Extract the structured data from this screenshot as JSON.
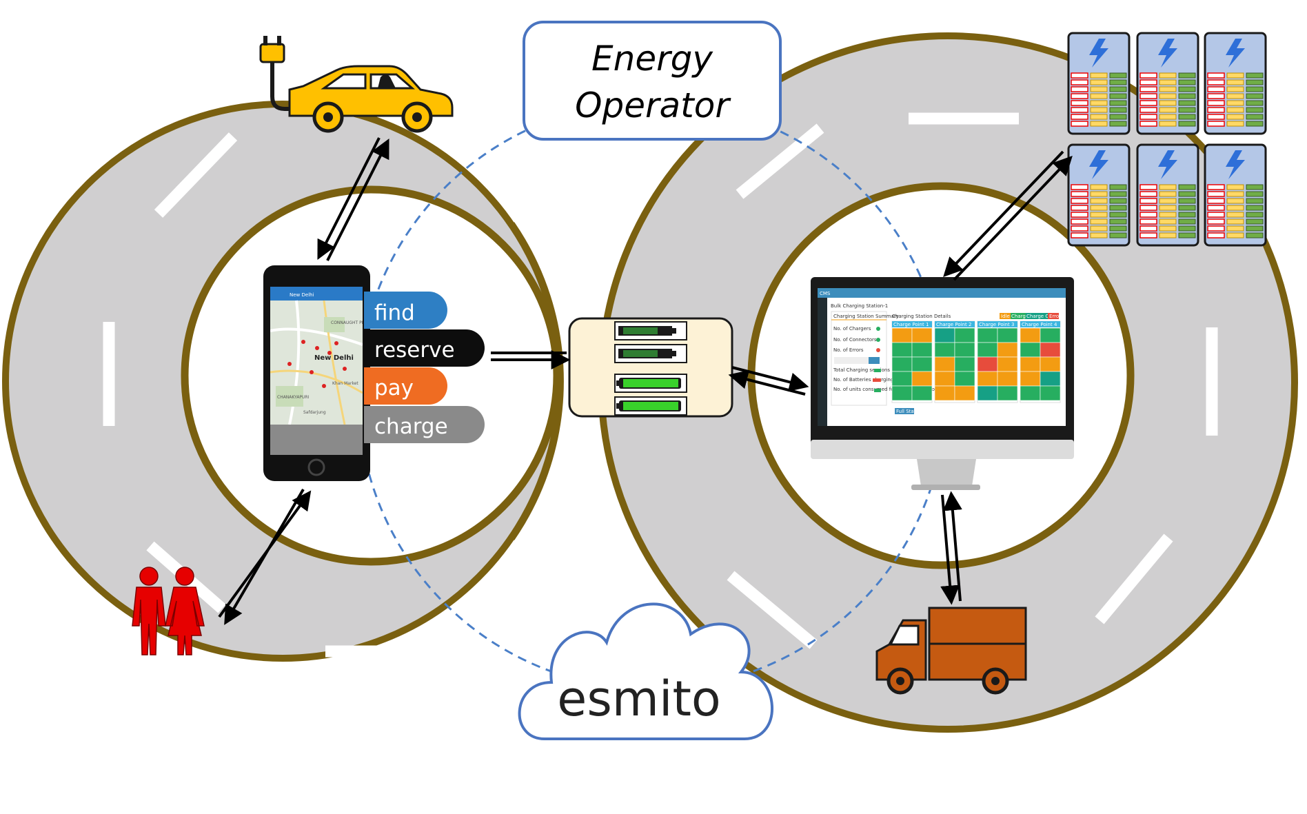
{
  "energy_operator": {
    "line1": "Energy",
    "line2": "Operator"
  },
  "brand": {
    "name": "esmito"
  },
  "app_steps": [
    {
      "label": "find",
      "color": "#2e7fc4"
    },
    {
      "label": "reserve",
      "color": "#0d0d0d"
    },
    {
      "label": "pay",
      "color": "#ef6c22"
    },
    {
      "label": "charge",
      "color": "#8a8a8a"
    }
  ],
  "phone_map": {
    "header": "New Delhi",
    "places": [
      "CONNAUGHT PLACE",
      "New Delhi",
      "CHANAKYAPURI",
      "Khan Market",
      "Safdarjung"
    ]
  },
  "dashboard": {
    "logo": "CMS",
    "page_title": "Bulk Charging Station-1",
    "summary_title": "Charging Station Summary",
    "summary_rows": [
      "No. of Chargers",
      "No. of Connectors",
      "No. of Errors",
      "Total Charging sessions",
      "No. of Batteries charging",
      "No. of units consumed for charging sessions"
    ],
    "details_title": "Charging Station Details",
    "legend": [
      {
        "label": "Idle",
        "color": "#f39c12"
      },
      {
        "label": "Charging",
        "color": "#27ae60"
      },
      {
        "label": "Charge Complete",
        "color": "#16a085"
      },
      {
        "label": "Error",
        "color": "#e74c3c"
      }
    ],
    "panels": [
      "Charge Point 1",
      "Charge Point 2",
      "Charge Point 3",
      "Charge Point 4"
    ],
    "button": "Full Station"
  },
  "colors": {
    "road": "#d0cfd0",
    "road_border": "#7a6010",
    "dashed_link": "#4a7fc8",
    "box_border": "#4a74c0",
    "battery_box": "#fdf2d6",
    "car": "#ffc000",
    "truck": "#c55a11",
    "people": "#e60000",
    "battery_pack": "#b4c7e7"
  },
  "icons": [
    "plug-icon",
    "car-icon",
    "people-icon",
    "truck-icon",
    "battery-icon",
    "battery-pack-icon",
    "cloud-icon",
    "phone-icon",
    "monitor-icon"
  ]
}
